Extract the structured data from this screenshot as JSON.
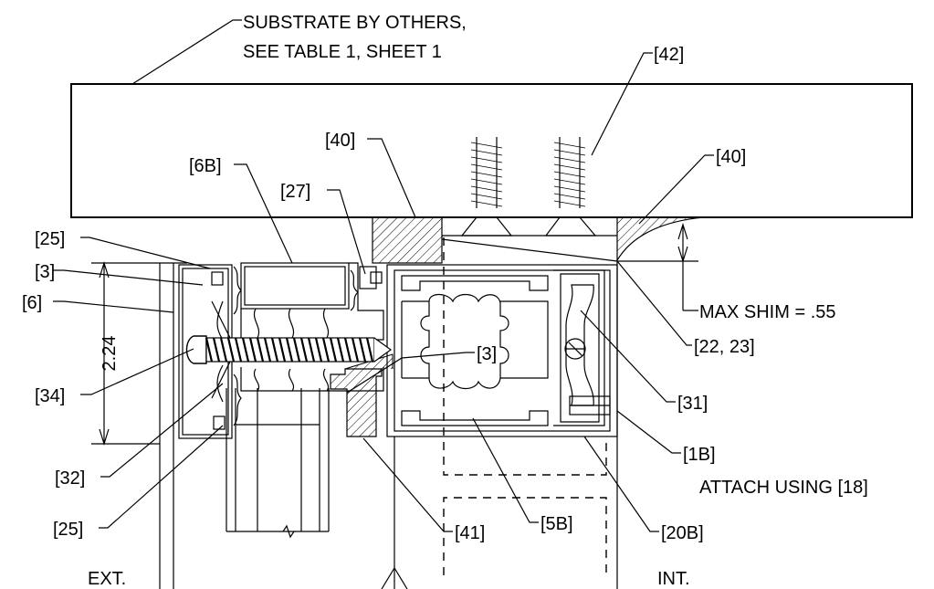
{
  "notes": {
    "substrate_line1": "SUBSTRATE BY OTHERS,",
    "substrate_line2": "SEE TABLE 1, SHEET 1",
    "max_shim": "MAX SHIM = .55",
    "attach": "ATTACH USING [18]",
    "ext": "EXT.",
    "int": "INT."
  },
  "dimension": {
    "value": "2.24"
  },
  "callouts": {
    "c42": "[42]",
    "c40_left": "[40]",
    "c40_right": "[40]",
    "c6b": "[6B]",
    "c27": "[27]",
    "c25_top": "[25]",
    "c3_left": "[3]",
    "c6": "[6]",
    "c34": "[34]",
    "c3_center": "[3]",
    "c22_23": "[22, 23]",
    "c31": "[31]",
    "c32": "[32]",
    "c1b": "[1B]",
    "c25_bottom": "[25]",
    "c41": "[41]",
    "c5b": "[5B]",
    "c20b": "[20B]"
  }
}
